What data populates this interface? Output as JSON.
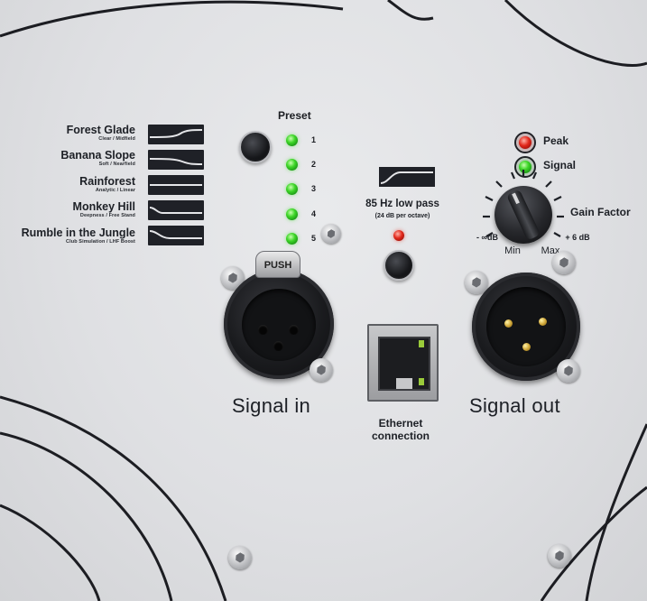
{
  "presets": [
    {
      "name": "Forest Glade",
      "subtitle": "Clear / Midfield"
    },
    {
      "name": "Banana Slope",
      "subtitle": "Soft / Nearfield"
    },
    {
      "name": "Rainforest",
      "subtitle": "Analytic / Linear"
    },
    {
      "name": "Monkey Hill",
      "subtitle": "Deepness / Free Stand"
    },
    {
      "name": "Rumble in the Jungle",
      "subtitle": "Club Simulation / LHF Boost"
    }
  ],
  "preset_panel": {
    "title": "Preset",
    "numbers": [
      "1",
      "2",
      "3",
      "4",
      "5"
    ],
    "active_leds": 5
  },
  "lowpass": {
    "label": "85 Hz low pass",
    "sublabel": "(24 dB per octave)"
  },
  "indicators": {
    "peak": "Peak",
    "signal": "Signal"
  },
  "gain": {
    "label": "Gain Factor",
    "min_db": "- ∞dB",
    "max_db": "+ 6 dB",
    "min": "Min",
    "max": "Max"
  },
  "connectors": {
    "push": "PUSH",
    "signal_in": "Signal in",
    "signal_out": "Signal out",
    "ethernet_line1": "Ethernet",
    "ethernet_line2": "connection"
  },
  "colors": {
    "panel": "#e2e3e6",
    "print": "#1d2026",
    "led_green": "#3ed628",
    "led_red": "#e2271a"
  }
}
